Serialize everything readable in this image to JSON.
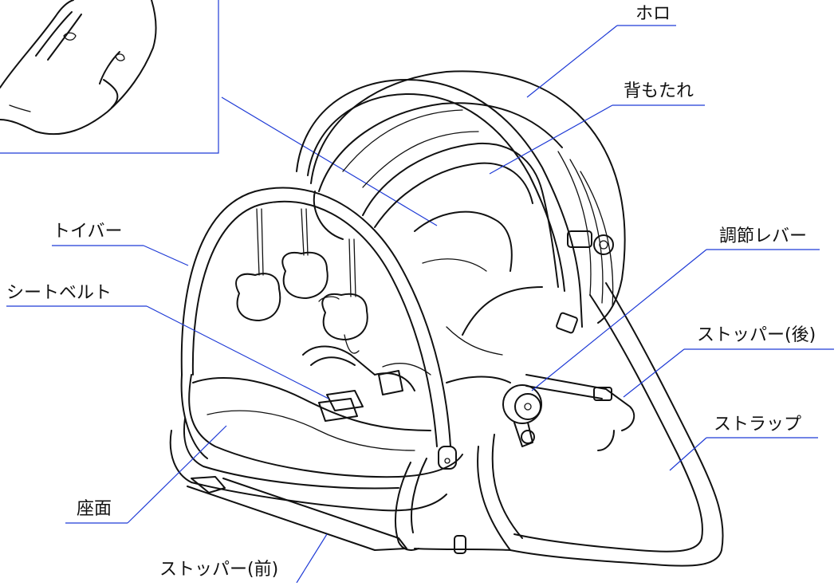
{
  "labels": {
    "horo": "ホロ",
    "backrest": "背もたれ",
    "toy_bar": "トイバー",
    "adjust_lever": "調節レバー",
    "seat_belt": "シートベルト",
    "stopper_rear": "ストッパー(後)",
    "strap": "ストラップ",
    "seat": "座面",
    "stopper_front": "ストッパー(前)"
  },
  "colors": {
    "line": "#111111",
    "leader": "#1f3bd6",
    "inset_frame": "#1f3bd6",
    "background": "#ffffff"
  }
}
